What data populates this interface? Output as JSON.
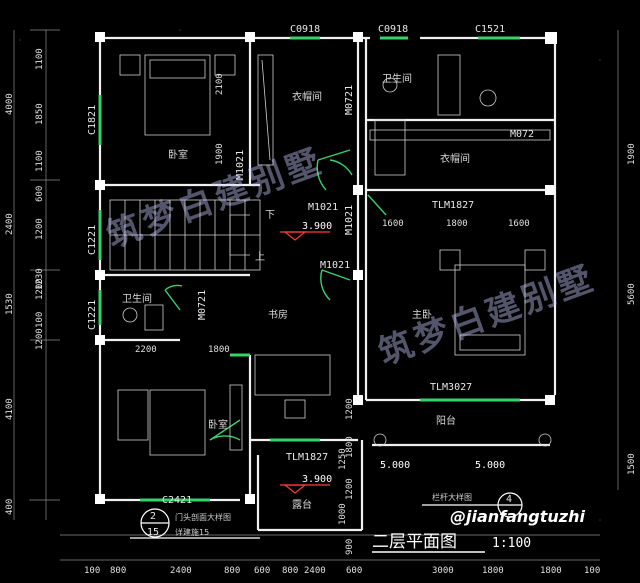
{
  "title": "二层平面图",
  "scale": "1:100",
  "watermark": "筑梦白建别墅",
  "site_tag": "@jianfangtuzhi",
  "rooms": {
    "bedroom_nw": "卧室",
    "bedroom_sw": "卧室",
    "closet_top": "衣帽间",
    "closet_right": "衣帽间",
    "bath_top": "卫生间",
    "bath_left": "卫生间",
    "study": "书房",
    "master": "主卧",
    "balcony": "阳台",
    "terrace": "露台",
    "stair_down": "下",
    "stair_up": "上"
  },
  "codes": {
    "c0918a": "C0918",
    "c0918b": "C0918",
    "c1521": "C1521",
    "c1821": "C1821",
    "c1221a": "C1221",
    "c1221b": "C1221",
    "m0721a": "M0721",
    "m0721b": "M0721",
    "m0721c": "M072",
    "m1021a": "M1021",
    "m1021b": "M1021",
    "m1021c": "M1021",
    "m1021d": "M1021",
    "tlm1827a": "TLM1827",
    "tlm1827b": "TLM1827",
    "tlm3027": "TLM3027",
    "c2421": "C2421"
  },
  "elevations": {
    "stair": "3.900",
    "terrace": "3.900",
    "bal_left": "5.000",
    "bal_right": "5.000"
  },
  "notes": {
    "detail_ref": "门头剖面大样图",
    "detail_sub": "详建施15",
    "railing": "栏杆大样图",
    "detail_num_top": "2",
    "detail_num_bot": "15",
    "rail_num": "4"
  },
  "dims": {
    "left_outer": [
      "4000",
      "2400",
      "1530",
      "4100",
      "400"
    ],
    "left_inner": [
      "1100",
      "1850",
      "1100",
      "600",
      "1200",
      "1200",
      "100",
      "1230",
      "1200"
    ],
    "right": [
      "1900",
      "5600",
      "1500"
    ],
    "bottom": [
      "100",
      "800",
      "2400",
      "800",
      "600",
      "800",
      "2400",
      "600",
      "3000",
      "1800",
      "1800",
      "100"
    ],
    "inner": [
      "2200",
      "1800",
      "1600",
      "1800",
      "1600",
      "1200",
      "1800",
      "1200",
      "1250",
      "1000",
      "900",
      "2100",
      "1900"
    ]
  }
}
